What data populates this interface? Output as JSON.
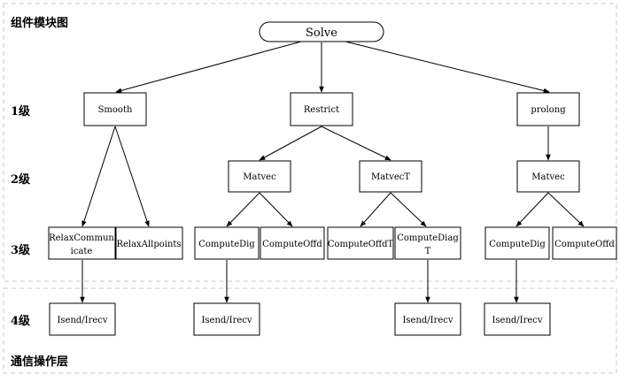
{
  "title": "组件模块图",
  "footer": "通信操作层",
  "levels": [
    "1级",
    "2级",
    "3级",
    "4级"
  ],
  "nodes": {
    "solve": "Solve",
    "smooth": "Smooth",
    "restrict": "Restrict",
    "prolong": "prolong",
    "matvec_r": "Matvec",
    "matvect_r": "MatvecT",
    "matvec_p": "Matvec",
    "relax_comm": [
      "RelaxCommun",
      "icate"
    ],
    "relax_all": "RelaxAllpoints",
    "compute_dig_r": "ComputeDig",
    "compute_offd_r": "ComputeOffd",
    "compute_offdt": "ComputeOffdT",
    "compute_diagt": [
      "ComputeDiag",
      "T"
    ],
    "compute_dig_p": "ComputeDig",
    "compute_offd_p": "ComputeOffd",
    "isend_1": "Isend/Irecv",
    "isend_2": "Isend/Irecv",
    "isend_3": "Isend/Irecv",
    "isend_4": "Isend/Irecv"
  }
}
